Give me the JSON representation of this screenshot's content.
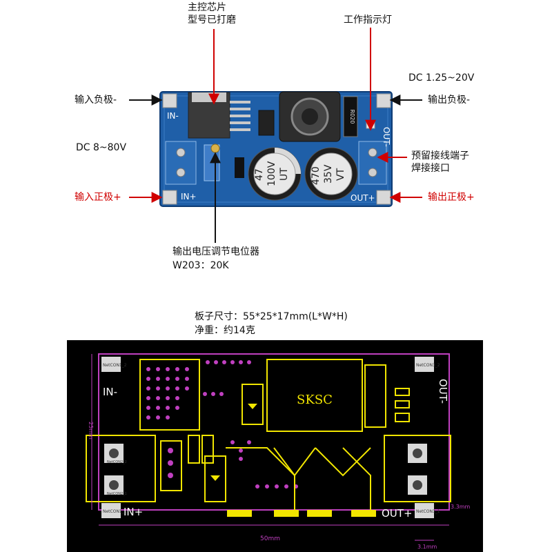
{
  "photo_labels": {
    "chip_line1": "主控芯片",
    "chip_line2": "型号已打磨",
    "indicator": "工作指示灯",
    "out_dc_range": "DC 1.25~20V",
    "input_negative": "输入负极-",
    "output_negative": "输出负极-",
    "in_dc_range": "DC 8~80V",
    "reserved_line1": "预留接线端子",
    "reserved_line2": "焊接接口",
    "input_positive": "输入正极+",
    "output_positive": "输出正极+",
    "pot_line1": "输出电压调节电位器",
    "pot_line2": "W203：20K"
  },
  "board_text": {
    "in_minus": "IN-",
    "in_plus": "IN+",
    "out_minus": "OUT-",
    "out_plus": "OUT+",
    "inductor_top": "",
    "resistor": "R020",
    "cap1_line1": "47",
    "cap1_line2": "100V",
    "cap1_line3": "UT",
    "cap2_line1": "470",
    "cap2_line2": "35V",
    "cap2_line3": "VT"
  },
  "specs": {
    "size": "板子尺寸：55*25*17mm(L*W*H)",
    "weight": "净重：约14克"
  },
  "layout_drawing": {
    "in_minus": "IN-",
    "in_plus": "IN+",
    "out_minus": "OUT-",
    "out_plus": "OUT+",
    "inductor": "SKSC",
    "dim_height": "25mm",
    "dim_width": "50mm",
    "dim_hole": "3.1mm",
    "dim_edge": "3.3mm",
    "pad1": "NetCON1_2",
    "pad2": "NetCON1_1",
    "pad3": "NetCON3_2",
    "pad4": "NetCON3_1",
    "pad5": "NetCON2_2",
    "pad6": "NetCON2_1"
  },
  "colors": {
    "arrow_red": "#d00000",
    "pcb_blue": "#1f5fa8",
    "silk_yellow": "#f2e600",
    "dim_magenta": "#c040c0"
  }
}
